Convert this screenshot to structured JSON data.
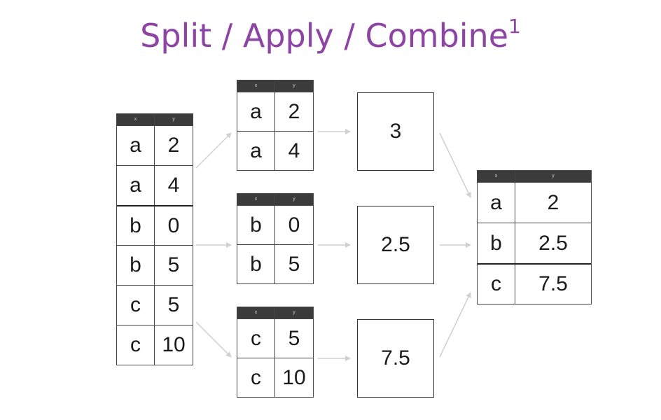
{
  "title": {
    "text": "Split / Apply / Combine",
    "footnote_mark": "1"
  },
  "input_table": {
    "headers": [
      "x",
      "y"
    ],
    "rows": [
      {
        "key": "a",
        "value": "2"
      },
      {
        "key": "a",
        "value": "4"
      },
      {
        "key": "b",
        "value": "0"
      },
      {
        "key": "b",
        "value": "5"
      },
      {
        "key": "c",
        "value": "5"
      },
      {
        "key": "c",
        "value": "10"
      }
    ]
  },
  "split_tables": [
    {
      "headers": [
        "x",
        "y"
      ],
      "rows": [
        {
          "key": "a",
          "value": "2"
        },
        {
          "key": "a",
          "value": "4"
        }
      ]
    },
    {
      "headers": [
        "x",
        "y"
      ],
      "rows": [
        {
          "key": "b",
          "value": "0"
        },
        {
          "key": "b",
          "value": "5"
        }
      ]
    },
    {
      "headers": [
        "x",
        "y"
      ],
      "rows": [
        {
          "key": "c",
          "value": "5"
        },
        {
          "key": "c",
          "value": "10"
        }
      ]
    }
  ],
  "apply_results": [
    "3",
    "2.5",
    "7.5"
  ],
  "combined_table": {
    "headers": [
      "x",
      "y"
    ],
    "rows": [
      {
        "key": "a",
        "value": "2"
      },
      {
        "key": "b",
        "value": "2.5"
      },
      {
        "key": "c",
        "value": "7.5"
      }
    ]
  },
  "colors": {
    "title": "#8e44a4",
    "header_bar": "#3b3b3b",
    "arrow": "#d0d0d0"
  }
}
